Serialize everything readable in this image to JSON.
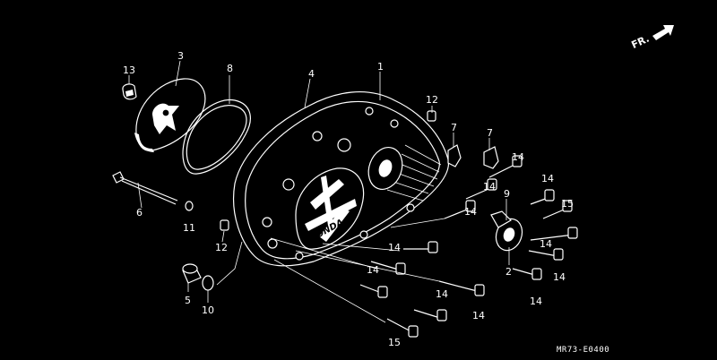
{
  "direction_label": "FR.",
  "drawing_code": "MR73-E0400",
  "cover_logo": "HONDA",
  "callouts": [
    {
      "id": "c1",
      "text": "1"
    },
    {
      "id": "c4",
      "text": "4"
    },
    {
      "id": "c8",
      "text": "8"
    },
    {
      "id": "c3",
      "text": "3"
    },
    {
      "id": "c13",
      "text": "13"
    },
    {
      "id": "c12a",
      "text": "12"
    },
    {
      "id": "c7a",
      "text": "7"
    },
    {
      "id": "c7b",
      "text": "7"
    },
    {
      "id": "c14a",
      "text": "14"
    },
    {
      "id": "c14b",
      "text": "14"
    },
    {
      "id": "c14c",
      "text": "14"
    },
    {
      "id": "c9",
      "text": "9"
    },
    {
      "id": "c15a",
      "text": "15"
    },
    {
      "id": "c14d",
      "text": "14"
    },
    {
      "id": "c6",
      "text": "6"
    },
    {
      "id": "c11",
      "text": "11"
    },
    {
      "id": "c12b",
      "text": "12"
    },
    {
      "id": "c14e",
      "text": "14"
    },
    {
      "id": "c14f",
      "text": "14"
    },
    {
      "id": "c2",
      "text": "2"
    },
    {
      "id": "c14g",
      "text": "14"
    },
    {
      "id": "c5",
      "text": "5"
    },
    {
      "id": "c10",
      "text": "10"
    },
    {
      "id": "c14h",
      "text": "14"
    },
    {
      "id": "c14i",
      "text": "14"
    },
    {
      "id": "c14j",
      "text": "14"
    },
    {
      "id": "c14k",
      "text": "14"
    },
    {
      "id": "c15b",
      "text": "15"
    }
  ]
}
